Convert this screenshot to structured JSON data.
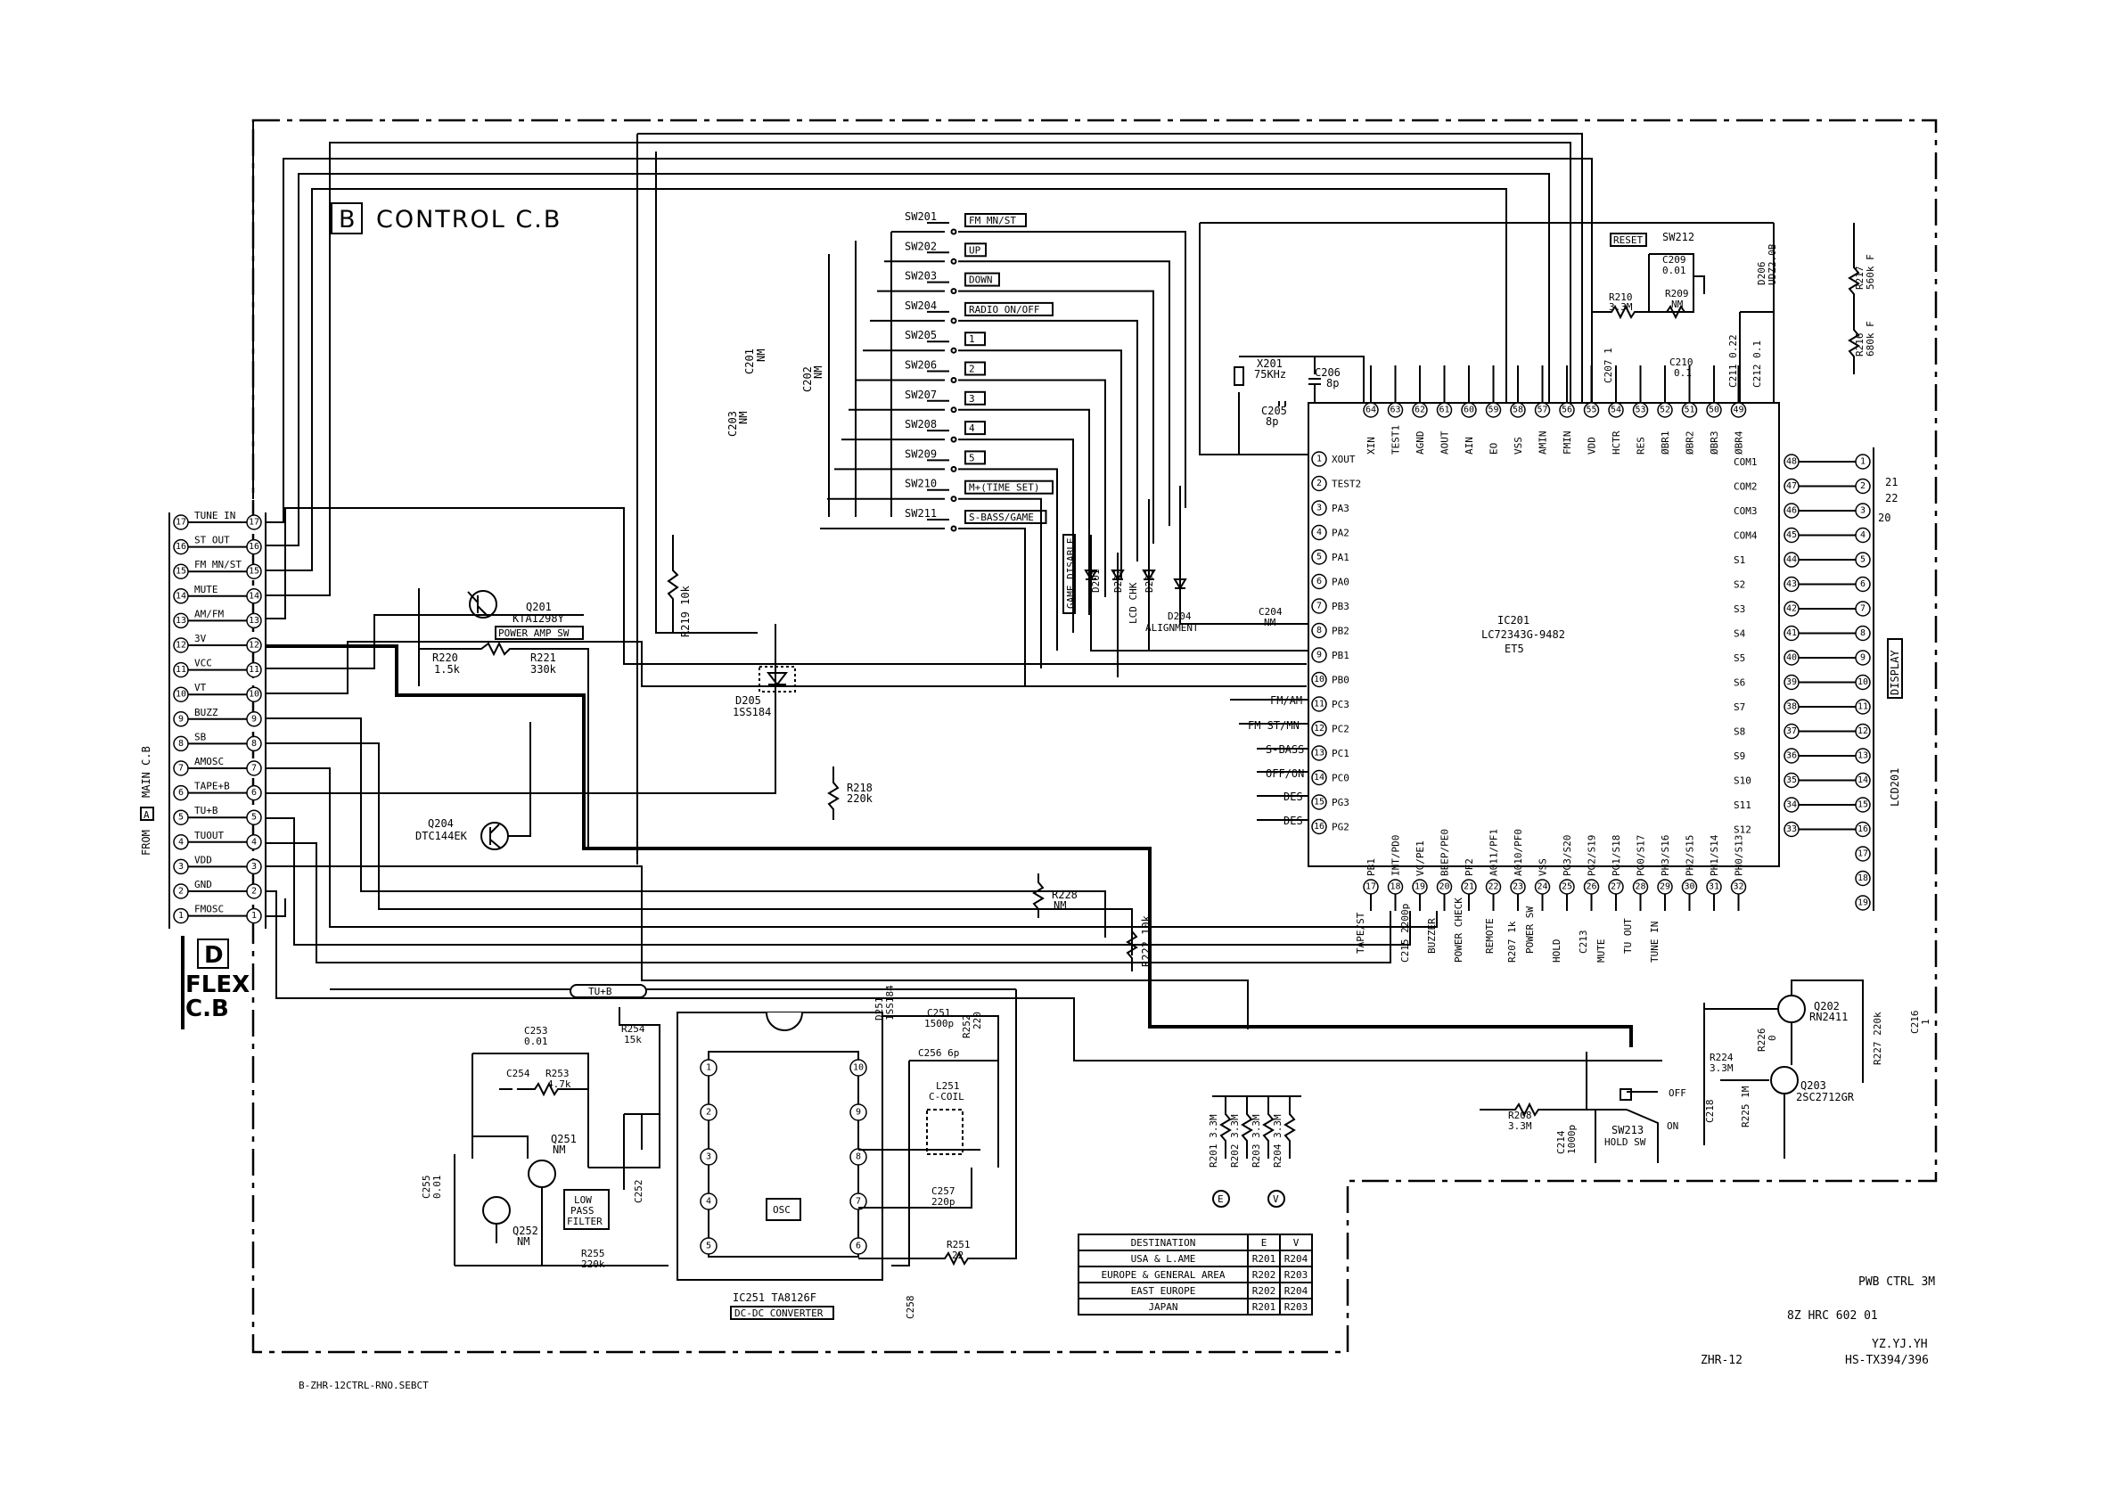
{
  "board": {
    "letter": "B",
    "title": "CONTROL C.B",
    "flex_letter": "D",
    "flex_title_1": "FLEX",
    "flex_title_2": "C.B",
    "from_label": "FROM",
    "from_letter": "A",
    "from_board": "MAIN C.B"
  },
  "connector": {
    "pins": [
      {
        "n": "17",
        "label": "TUNE IN"
      },
      {
        "n": "16",
        "label": "ST OUT"
      },
      {
        "n": "15",
        "label": "FM MN/ST"
      },
      {
        "n": "14",
        "label": "MUTE"
      },
      {
        "n": "13",
        "label": "AM/FM"
      },
      {
        "n": "12",
        "label": "3V"
      },
      {
        "n": "11",
        "label": "VCC"
      },
      {
        "n": "10",
        "label": "VT"
      },
      {
        "n": "9",
        "label": "BUZZ"
      },
      {
        "n": "8",
        "label": "SB"
      },
      {
        "n": "7",
        "label": "AMOSC"
      },
      {
        "n": "6",
        "label": "TAPE+B"
      },
      {
        "n": "5",
        "label": "TU+B"
      },
      {
        "n": "4",
        "label": "TUOUT"
      },
      {
        "n": "3",
        "label": "VDD"
      },
      {
        "n": "2",
        "label": "GND"
      },
      {
        "n": "1",
        "label": "FMOSC"
      }
    ]
  },
  "switches": [
    {
      "ref": "SW201",
      "func": "FM MN/ST"
    },
    {
      "ref": "SW202",
      "func": "UP"
    },
    {
      "ref": "SW203",
      "func": "DOWN"
    },
    {
      "ref": "SW204",
      "func": "RADIO ON/OFF"
    },
    {
      "ref": "SW205",
      "func": "1"
    },
    {
      "ref": "SW206",
      "func": "2"
    },
    {
      "ref": "SW207",
      "func": "3"
    },
    {
      "ref": "SW208",
      "func": "4"
    },
    {
      "ref": "SW209",
      "func": "5"
    },
    {
      "ref": "SW210",
      "func": "M+(TIME SET)"
    },
    {
      "ref": "SW211",
      "func": "S-BASS/GAME"
    }
  ],
  "ic201": {
    "ref": "IC201",
    "part": "LC72343G-9482",
    "suffix": "ET5",
    "left_pins": [
      {
        "n": "1",
        "name": "XOUT"
      },
      {
        "n": "2",
        "name": "TEST2"
      },
      {
        "n": "3",
        "name": "PA3"
      },
      {
        "n": "4",
        "name": "PA2"
      },
      {
        "n": "5",
        "name": "PA1"
      },
      {
        "n": "6",
        "name": "PA0"
      },
      {
        "n": "7",
        "name": "PB3"
      },
      {
        "n": "8",
        "name": "PB2"
      },
      {
        "n": "9",
        "name": "PB1"
      },
      {
        "n": "10",
        "name": "PB0"
      },
      {
        "n": "11",
        "name": "PC3"
      },
      {
        "n": "12",
        "name": "PC2"
      },
      {
        "n": "13",
        "name": "PC1"
      },
      {
        "n": "14",
        "name": "PC0"
      },
      {
        "n": "15",
        "name": "PG3"
      },
      {
        "n": "16",
        "name": "PG2"
      }
    ],
    "top_pins": [
      {
        "n": "64",
        "name": "XIN"
      },
      {
        "n": "63",
        "name": "TEST1"
      },
      {
        "n": "62",
        "name": "AGND"
      },
      {
        "n": "61",
        "name": "AOUT"
      },
      {
        "n": "60",
        "name": "AIN"
      },
      {
        "n": "59",
        "name": "EO"
      },
      {
        "n": "58",
        "name": "VSS"
      },
      {
        "n": "57",
        "name": "AMIN"
      },
      {
        "n": "56",
        "name": "FMIN"
      },
      {
        "n": "55",
        "name": "VDD"
      },
      {
        "n": "54",
        "name": "HCTR"
      },
      {
        "n": "53",
        "name": "RES"
      },
      {
        "n": "52",
        "name": "ØBR1"
      },
      {
        "n": "51",
        "name": "ØBR2"
      },
      {
        "n": "50",
        "name": "ØBR3"
      },
      {
        "n": "49",
        "name": "ØBR4"
      }
    ],
    "bottom_pins": [
      {
        "n": "17",
        "name": "PB1"
      },
      {
        "n": "18",
        "name": "INT/PD0"
      },
      {
        "n": "19",
        "name": "VC/PE1"
      },
      {
        "n": "20",
        "name": "BEEP/PE0"
      },
      {
        "n": "21",
        "name": "PF2"
      },
      {
        "n": "22",
        "name": "A011/PF1"
      },
      {
        "n": "23",
        "name": "A010/PF0"
      },
      {
        "n": "24",
        "name": "VSS"
      },
      {
        "n": "25",
        "name": "PG3/S20"
      },
      {
        "n": "26",
        "name": "PG2/S19"
      },
      {
        "n": "27",
        "name": "PG1/S18"
      },
      {
        "n": "28",
        "name": "PG0/S17"
      },
      {
        "n": "29",
        "name": "PH3/S16"
      },
      {
        "n": "30",
        "name": "PH2/S15"
      },
      {
        "n": "31",
        "name": "PH1/S14"
      },
      {
        "n": "32",
        "name": "PH0/S13"
      }
    ],
    "right_pins": [
      {
        "n": "48",
        "name": "COM1"
      },
      {
        "n": "47",
        "name": "COM2"
      },
      {
        "n": "46",
        "name": "COM3"
      },
      {
        "n": "45",
        "name": "COM4"
      },
      {
        "n": "44",
        "name": "S1"
      },
      {
        "n": "43",
        "name": "S2"
      },
      {
        "n": "42",
        "name": "S3"
      },
      {
        "n": "41",
        "name": "S4"
      },
      {
        "n": "40",
        "name": "S5"
      },
      {
        "n": "39",
        "name": "S6"
      },
      {
        "n": "38",
        "name": "S7"
      },
      {
        "n": "37",
        "name": "S8"
      },
      {
        "n": "36",
        "name": "S9"
      },
      {
        "n": "35",
        "name": "S10"
      },
      {
        "n": "34",
        "name": "S11"
      },
      {
        "n": "33",
        "name": "S12"
      }
    ]
  },
  "lcd": {
    "ref": "LCD201",
    "label": "DISPLAY",
    "pins": [
      "1",
      "2",
      "3",
      "4",
      "5",
      "6",
      "7",
      "8",
      "9",
      "10",
      "11",
      "12",
      "13",
      "14",
      "15",
      "16",
      "17",
      "18",
      "19"
    ],
    "extra": [
      "21",
      "22",
      "20"
    ]
  },
  "bottom_labels": [
    "TAPE/ST",
    "C215 2200p",
    "BUZZER",
    "POWER CHECK",
    "REMOTE",
    "R207 1k",
    "POWER SW",
    "HOLD",
    "C213",
    "MUTE",
    "TU OUT",
    "TUNE IN"
  ],
  "port_labels": [
    "FM/AM",
    "FM ST/MN",
    "S-BASS",
    "OFF/ON",
    "DES",
    "DES"
  ],
  "parts": {
    "q201_ref": "Q201",
    "q201_part": "KTA1298Y",
    "q201_box": "POWER AMP SW",
    "r220": "R220",
    "r220_v": "1.5k",
    "r221": "R221",
    "r221_v": "330k",
    "q204_ref": "Q204",
    "q204_part": "DTC144EK",
    "d205_ref": "D205",
    "d205_part": "1SS184",
    "r219": "R219 10k",
    "r218": "R218",
    "r218_v": "220k",
    "c201": "C201",
    "c201_v": "NM",
    "c202": "C202",
    "c202_v": "NM",
    "c203": "C203",
    "c203_v": "NM",
    "x201": "X201",
    "x201_v": "75KHz",
    "c206": "C206",
    "c206_v": "8p",
    "c205": "C205",
    "c205_v": "8p",
    "d201_box": "GAME DISABLE",
    "d201": "D201",
    "d202": "D202",
    "d203": "D203",
    "d204": "D204",
    "lcd_chk": "LCD CHK",
    "alignment": "ALIGNMENT",
    "c204": "C204",
    "c204_v": "NM",
    "reset": "RESET",
    "sw212": "SW212",
    "c209": "C209",
    "c209_v": "0.01",
    "r210": "R210",
    "r210_v": "3.3M",
    "r209": "R209",
    "r209_v": "NM",
    "c207": "C207 1",
    "c210": "C210",
    "c210_v": "0.1",
    "c211": "C211 0.22",
    "c212": "C212 0.1",
    "d206": "D206",
    "d206_v": "UDZ2.0B",
    "r217": "R217",
    "r217_v": "560k F",
    "r216": "R216",
    "r216_v": "680k F",
    "r228": "R228",
    "r228_v": "NM",
    "r222": "R222 10k",
    "q202_ref": "Q202",
    "q202_part": "RN2411",
    "r226": "R226",
    "r226_v": "0",
    "r227": "R227 220k",
    "c216": "C216",
    "c216_v": "1",
    "r224": "R224",
    "r224_v": "3.3M",
    "c218": "C218",
    "r225": "R225 1M",
    "q203_ref": "Q203",
    "q203_part": "2SC2712GR",
    "r208": "R208",
    "r208_v": "3.3M",
    "c214": "C214",
    "c214_v": "1000p",
    "sw213_ref": "SW213",
    "sw213_name": "HOLD SW",
    "off": "OFF",
    "on": "ON",
    "r201": "R201 3.3M",
    "r202": "R202 3.3M",
    "r203": "R203 3.3M",
    "r204": "R204 3.3M",
    "e_mark": "E",
    "v_mark": "V",
    "c253": "C253",
    "c253_v": "0.01",
    "c254": "C254",
    "r253": "R253",
    "r253_v": "4.7k",
    "r254": "R254",
    "r254_v": "15k",
    "q251": "Q251",
    "q251_v": "NM",
    "q252": "Q252",
    "q252_v": "NM",
    "c255": "C255",
    "c255_v": "0.01",
    "lpf_1": "LOW",
    "lpf_2": "PASS",
    "lpf_3": "FILTER",
    "c252": "C252",
    "r255": "R255",
    "r255_v": "220k",
    "tub": "TU+B",
    "d251": "D251",
    "d251_v": "1SS184",
    "c251": "C251",
    "c251_v": "1500p",
    "r252": "R252",
    "r252_v": "220",
    "c256": "C256 6p",
    "l251": "L251",
    "l251_v": "C-COIL",
    "c257": "C257",
    "c257_v": "220p",
    "r251": "R251",
    "r251_v": "22",
    "c258": "C258",
    "osc": "OSC",
    "ic251_ref": "IC251 TA8126F",
    "ic251_box": "DC-DC CONVERTER"
  },
  "destination_table": {
    "headers": [
      "DESTINATION",
      "E",
      "V"
    ],
    "rows": [
      [
        "USA & L.AME",
        "R201",
        "R204"
      ],
      [
        "EUROPE & GENERAL AREA",
        "R202",
        "R203"
      ],
      [
        "EAST EUROPE",
        "R202",
        "R204"
      ],
      [
        "JAPAN",
        "R201",
        "R203"
      ]
    ]
  },
  "footer": {
    "pwb": "PWB CTRL 3M",
    "code": "8Z  HRC  602  01",
    "initials": "YZ.YJ.YH",
    "model": "ZHR-12",
    "series": "HS-TX394/396",
    "filename": "B-ZHR-12CTRL-RNO.SEBCT"
  }
}
